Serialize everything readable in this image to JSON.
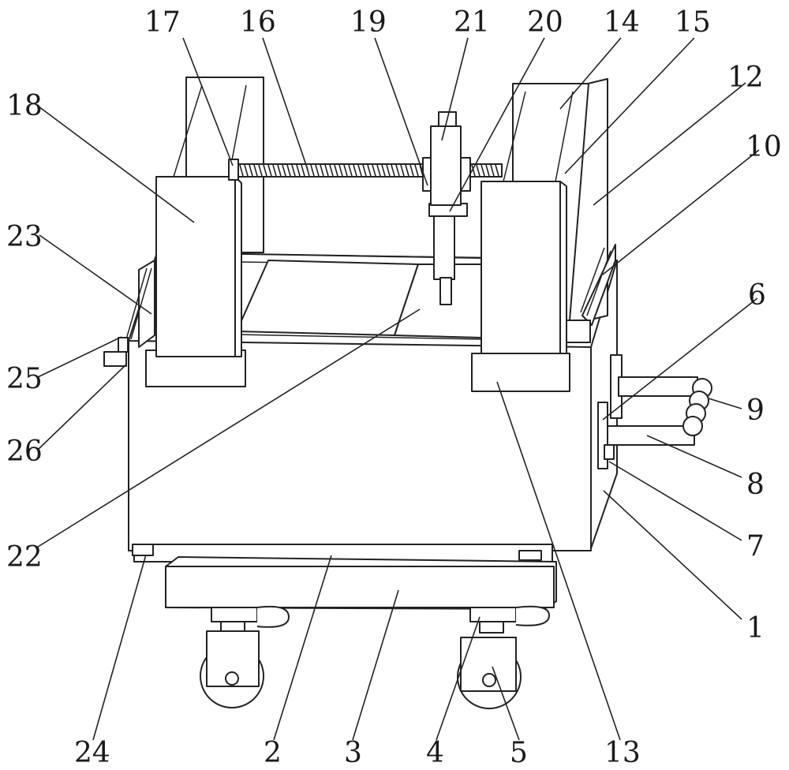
{
  "labels": [
    {
      "id": "label-17",
      "text": "17",
      "part": "screw-support-bearing-left"
    },
    {
      "id": "label-16",
      "text": "16",
      "part": "lead-screw"
    },
    {
      "id": "label-19",
      "text": "19",
      "part": "slider-clamp"
    },
    {
      "id": "label-21",
      "text": "21",
      "part": "vertical-cylinder"
    },
    {
      "id": "label-20",
      "text": "20",
      "part": "slider-block"
    },
    {
      "id": "label-14",
      "text": "14",
      "part": "right-rail-channel"
    },
    {
      "id": "label-15",
      "text": "15",
      "part": "screw-support-bearing-right"
    },
    {
      "id": "label-12",
      "text": "12",
      "part": "right-side-plate"
    },
    {
      "id": "label-10",
      "text": "10",
      "part": "right-guide-strip"
    },
    {
      "id": "label-18",
      "text": "18",
      "part": "left-upright-column"
    },
    {
      "id": "label-23",
      "text": "23",
      "part": "left-guide-strip"
    },
    {
      "id": "label-6",
      "text": "6",
      "part": "handle-mount-plate"
    },
    {
      "id": "label-9",
      "text": "9",
      "part": "handle-bend"
    },
    {
      "id": "label-25",
      "text": "25",
      "part": "left-bracket"
    },
    {
      "id": "label-26",
      "text": "26",
      "part": "left-clamp-block"
    },
    {
      "id": "label-8",
      "text": "8",
      "part": "handle-bar"
    },
    {
      "id": "label-7",
      "text": "7",
      "part": "mount-bolt"
    },
    {
      "id": "label-22",
      "text": "22",
      "part": "working-platform"
    },
    {
      "id": "label-1",
      "text": "1",
      "part": "main-box"
    },
    {
      "id": "label-24",
      "text": "24",
      "part": "support-foot"
    },
    {
      "id": "label-2",
      "text": "2",
      "part": "bottom-plate"
    },
    {
      "id": "label-3",
      "text": "3",
      "part": "base-beam"
    },
    {
      "id": "label-4",
      "text": "4",
      "part": "wheel-mount"
    },
    {
      "id": "label-5",
      "text": "5",
      "part": "wheel"
    },
    {
      "id": "label-13",
      "text": "13",
      "part": "column-base-block"
    }
  ]
}
